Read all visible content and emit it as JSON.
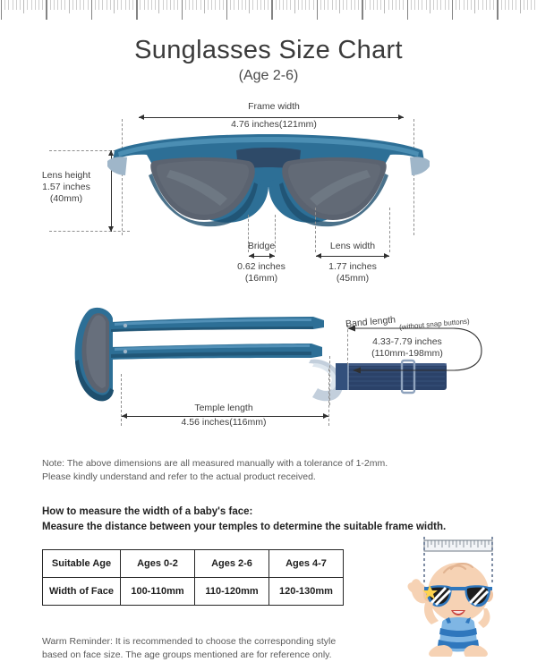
{
  "page": {
    "title": "Sunglasses Size Chart",
    "subtitle": "(Age 2-6)"
  },
  "colors": {
    "frame_blue": "#2d6f96",
    "frame_blue_dark": "#1e4f6e",
    "lens_gray": "#5b6370",
    "brow_navy": "#2e4a68",
    "band_navy": "#2b4269",
    "clip_gray": "#c3cfdc",
    "text_dark": "#3a3a3a",
    "text_gray": "#5a5a5a",
    "rule_gray": "#8c8c8c",
    "skin": "#f6d2b4",
    "shirt_blue": "#2f77bd",
    "shirt_light": "#7fb6e4"
  },
  "front_view": {
    "frame_width": {
      "label": "Frame width",
      "value": "4.76 inches(121mm)"
    },
    "lens_height": {
      "label": "Lens height",
      "value": "1.57 inches",
      "value2": "(40mm)"
    },
    "bridge": {
      "label": "Bridge",
      "value": "0.62 inches",
      "value2": "(16mm)"
    },
    "lens_width": {
      "label": "Lens width",
      "value": "1.77 inches",
      "value2": "(45mm)"
    }
  },
  "side_view": {
    "band_length": {
      "label": "Band length",
      "label_note": "(without snap buttons)",
      "value": "4.33-7.79 inches",
      "value2": "(110mm-198mm)"
    },
    "temple_length": {
      "label": "Temple length",
      "value": "4.56 inches(116mm)"
    }
  },
  "note": {
    "line1": "Note: The above dimensions are all measured manually with a tolerance of 1-2mm.",
    "line2": "Please kindly understand and refer to the actual product received."
  },
  "how_to_measure": {
    "line1": "How to measure the width of a baby's face:",
    "line2": "Measure the distance between your temples to determine the suitable frame width."
  },
  "size_table": {
    "rows": [
      {
        "header": "Suitable Age",
        "cells": [
          "Ages 0-2",
          "Ages 2-6",
          "Ages 4-7"
        ]
      },
      {
        "header": "Width of Face",
        "cells": [
          "100-110mm",
          "110-120mm",
          "120-130mm"
        ]
      }
    ]
  },
  "warm_reminder": {
    "line1": "Warm Reminder: It is recommended to choose the corresponding style",
    "line2": "based on face size. The age groups mentioned are for reference only."
  },
  "icons": {
    "ruler": "ruler-icon",
    "baby": "baby-illustration",
    "sunglasses_front": "sunglasses-front-view",
    "sunglasses_side": "sunglasses-side-view"
  }
}
